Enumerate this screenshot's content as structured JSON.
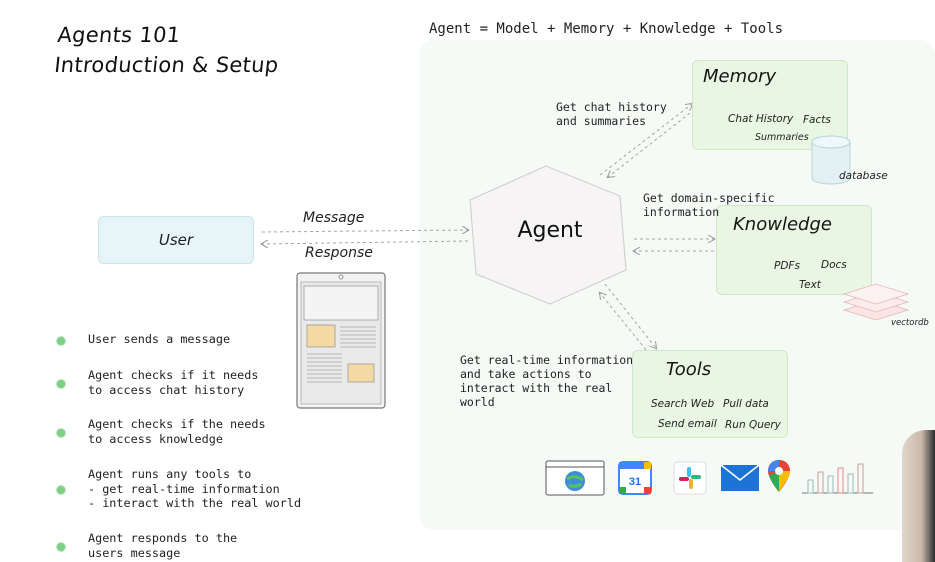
{
  "title": {
    "line1": "Agents 101",
    "line2": "Introduction & Setup"
  },
  "equation": "Agent = Model + Memory + Knowledge + Tools",
  "user": {
    "label": "User"
  },
  "arrows": {
    "message": "Message",
    "response": "Response"
  },
  "agent": {
    "label": "Agent"
  },
  "memory": {
    "title": "Memory",
    "items": [
      "Chat History",
      "Facts",
      "Summaries"
    ],
    "store": "database",
    "annotation": "Get chat history\nand summaries"
  },
  "knowledge": {
    "title": "Knowledge",
    "items": [
      "PDFs",
      "Docs",
      "Text"
    ],
    "store": "vectordb",
    "annotation": "Get domain-specific\ninformation"
  },
  "tools": {
    "title": "Tools",
    "items": [
      "Search Web",
      "Pull data",
      "Send email",
      "Run Query"
    ],
    "annotation": "Get real-time information\nand take actions to\ninteract with the real\nworld",
    "icons": [
      "browser-globe-icon",
      "calendar-icon",
      "slack-icon",
      "mail-icon",
      "maps-pin-icon",
      "bar-chart-icon"
    ],
    "calendar_day": "31"
  },
  "steps": [
    "User sends a message",
    "Agent checks if it needs\nto access chat history",
    "Agent checks if the needs\nto access knowledge",
    "Agent runs any tools to\n- get real-time information\n- interact with the real world",
    "Agent responds to the\nusers message"
  ],
  "colors": {
    "green_box": "#e8f6e3",
    "teal_box": "#e7f4f8",
    "bullet": "#7fcf86"
  }
}
